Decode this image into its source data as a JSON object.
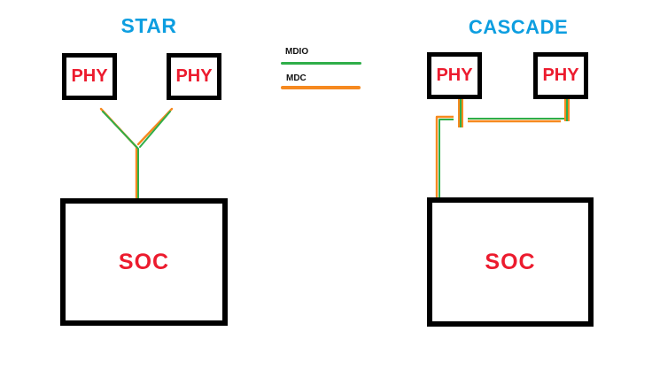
{
  "background": "#FFFFFF",
  "colors": {
    "title_blue": "#0D9EE0",
    "label_red": "#EC1B2E",
    "wire_green": "#2FAE49",
    "wire_orange": "#F6891F",
    "box_border_black": "#000000"
  },
  "legend": {
    "items": [
      {
        "label": "MDIO",
        "color": "#2FAE49"
      },
      {
        "label": "MDC",
        "color": "#F6891F"
      }
    ]
  },
  "star": {
    "title": "STAR",
    "phy_left": {
      "label": "PHY"
    },
    "phy_right": {
      "label": "PHY"
    },
    "soc": {
      "label": "SOC"
    },
    "edges": [
      {
        "from": "phy-left",
        "to": "y-junction",
        "wires": [
          "MDIO",
          "MDC"
        ]
      },
      {
        "from": "phy-right",
        "to": "y-junction",
        "wires": [
          "MDIO",
          "MDC"
        ]
      },
      {
        "from": "y-junction",
        "to": "soc",
        "wires": [
          "MDIO",
          "MDC"
        ]
      }
    ]
  },
  "cascade": {
    "title": "CASCADE",
    "phy_left": {
      "label": "PHY"
    },
    "phy_right": {
      "label": "PHY"
    },
    "soc": {
      "label": "SOC"
    },
    "edges": [
      {
        "from": "phy-left",
        "to": "bus",
        "wires": [
          "MDIO",
          "MDC"
        ]
      },
      {
        "from": "phy-right",
        "to": "bus",
        "wires": [
          "MDIO",
          "MDC"
        ]
      },
      {
        "from": "bus",
        "to": "soc",
        "wires": [
          "MDIO",
          "MDC"
        ]
      }
    ]
  }
}
